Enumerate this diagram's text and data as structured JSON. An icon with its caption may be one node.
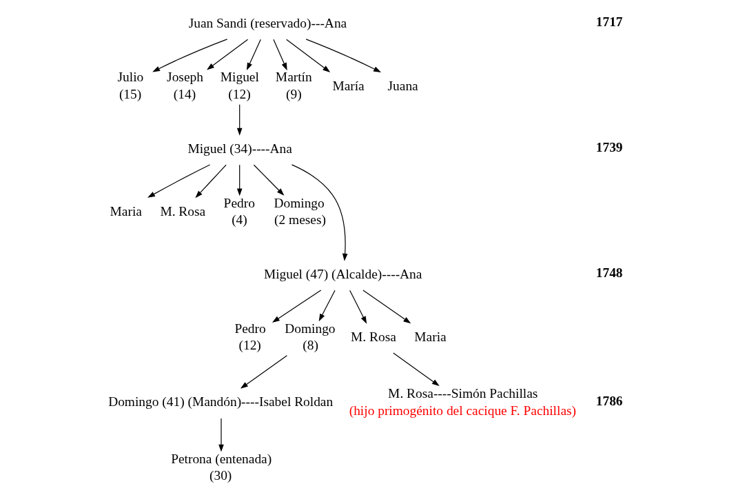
{
  "diagram": {
    "nodes": [
      {
        "text": [
          "Juan Sandi (reservado)---Ana"
        ]
      },
      {
        "text": [
          "Julio"
        ],
        "beside": [
          "(15)"
        ]
      },
      {
        "text": [
          "Joseph"
        ],
        "beside": [
          "(14)"
        ]
      },
      {
        "text": [
          "Miguel"
        ],
        "beside": [
          "(12)"
        ]
      },
      {
        "text": [
          "Martín"
        ],
        "beside": [
          "(9)"
        ]
      },
      {
        "text": [
          "María"
        ]
      },
      {
        "text": [
          "Juana"
        ]
      },
      {
        "text": [
          "Miguel (34)----Ana"
        ]
      },
      {
        "text": [
          "Maria"
        ]
      },
      {
        "text": [
          "M. Rosa"
        ]
      },
      {
        "text": [
          "Pedro"
        ],
        "beside": [
          "(4)"
        ]
      },
      {
        "text": [
          "Domingo"
        ],
        "beside": [
          "(2 meses)"
        ]
      },
      {
        "text": [
          "Miguel (47) (Alcalde)----Ana"
        ]
      },
      {
        "text": [
          "Pedro"
        ],
        "beside": [
          "(12)"
        ]
      },
      {
        "text": [
          "Domingo"
        ],
        "beside": [
          "(8)"
        ]
      },
      {
        "text": [
          "M. Rosa"
        ]
      },
      {
        "text": [
          "Maria"
        ]
      },
      {
        "text": [
          "Domingo (41) (Mandón)----Isabel Roldan"
        ]
      },
      {
        "text": [
          "M. Rosa----Simón Pachillas"
        ],
        "beside": [
          "(hijo primogénito del cacique F. Pachillas)"
        ]
      },
      {
        "text": [
          "Petrona (entenada)"
        ],
        "beside": [
          "(30)"
        ]
      }
    ],
    "edges": [
      {
        "from": 0,
        "to": 1,
        "arrow": "to"
      },
      {
        "from": 0,
        "to": 2,
        "arrow": "to"
      },
      {
        "from": 0,
        "to": 3,
        "arrow": "to"
      },
      {
        "from": 0,
        "to": 4,
        "arrow": "to"
      },
      {
        "from": 0,
        "to": 5,
        "arrow": "to"
      },
      {
        "from": 0,
        "to": 6,
        "arrow": "to"
      },
      {
        "from": 3,
        "to": 7,
        "arrow": "to"
      },
      {
        "from": 7,
        "to": 8,
        "arrow": "to"
      },
      {
        "from": 7,
        "to": 9,
        "arrow": "to"
      },
      {
        "from": 7,
        "to": 10,
        "arrow": "to"
      },
      {
        "from": 7,
        "to": 11,
        "arrow": "to"
      },
      {
        "from": 7,
        "to": 12,
        "arrow": "to"
      },
      {
        "from": 12,
        "to": 13,
        "arrow": "to"
      },
      {
        "from": 12,
        "to": 14,
        "arrow": "to"
      },
      {
        "from": 12,
        "to": 15,
        "arrow": "to"
      },
      {
        "from": 12,
        "to": 16,
        "arrow": "to"
      },
      {
        "from": 14,
        "to": 17,
        "arrow": "to"
      },
      {
        "from": 15,
        "to": 18,
        "arrow": "to"
      },
      {
        "from": 17,
        "to": 19,
        "arrow": "to"
      }
    ],
    "labels": [
      "1717",
      "1739",
      "1748",
      "1786"
    ]
  }
}
